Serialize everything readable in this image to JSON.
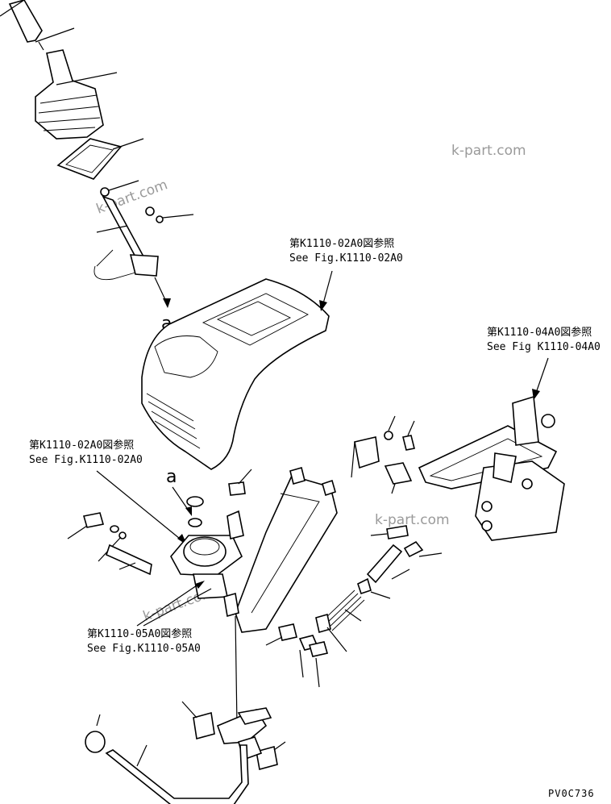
{
  "references": [
    {
      "id": "ref-k1110-02a0-top",
      "jp": "第K1110-02A0図参照",
      "en": "See Fig.K1110-02A0"
    },
    {
      "id": "ref-k1110-04a0",
      "jp": "第K1110-04A0図参照",
      "en": "See Fig K1110-04A0"
    },
    {
      "id": "ref-k1110-02a0-left",
      "jp": "第K1110-02A0図参照",
      "en": "See Fig.K1110-02A0"
    },
    {
      "id": "ref-k1110-05a0",
      "jp": "第K1110-05A0図参照",
      "en": "See Fig.K1110-05A0"
    }
  ],
  "markers": {
    "a_top": "a",
    "a_mid": "a"
  },
  "watermark": "k-part.com",
  "drawing_code": "PV0C736"
}
